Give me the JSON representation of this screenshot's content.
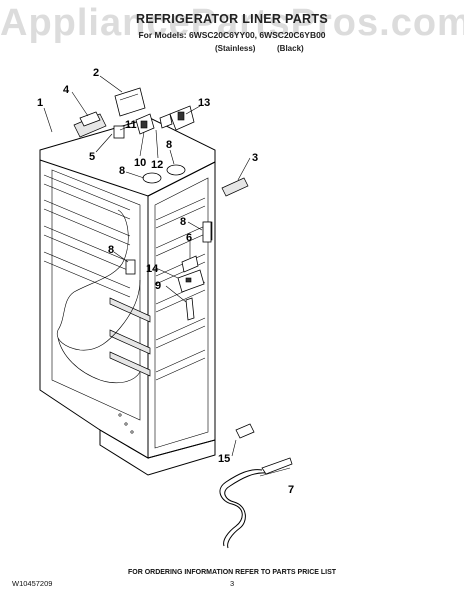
{
  "watermark": "AppliancePartsPros.com",
  "header": {
    "title": "REFRIGERATOR LINER PARTS",
    "models": "For Models: 6WSC20C6YY00, 6WSC20C6YB00",
    "variant_stainless": "(Stainless)",
    "variant_black": "(Black)"
  },
  "callouts": [
    "1",
    "2",
    "3",
    "4",
    "5",
    "6",
    "7",
    "8",
    "8",
    "8",
    "8",
    "9",
    "10",
    "11",
    "12",
    "13",
    "14",
    "15"
  ],
  "footer": {
    "ordering": "FOR ORDERING INFORMATION REFER TO PARTS PRICE LIST",
    "doc_number": "W10457209",
    "page": "3"
  }
}
